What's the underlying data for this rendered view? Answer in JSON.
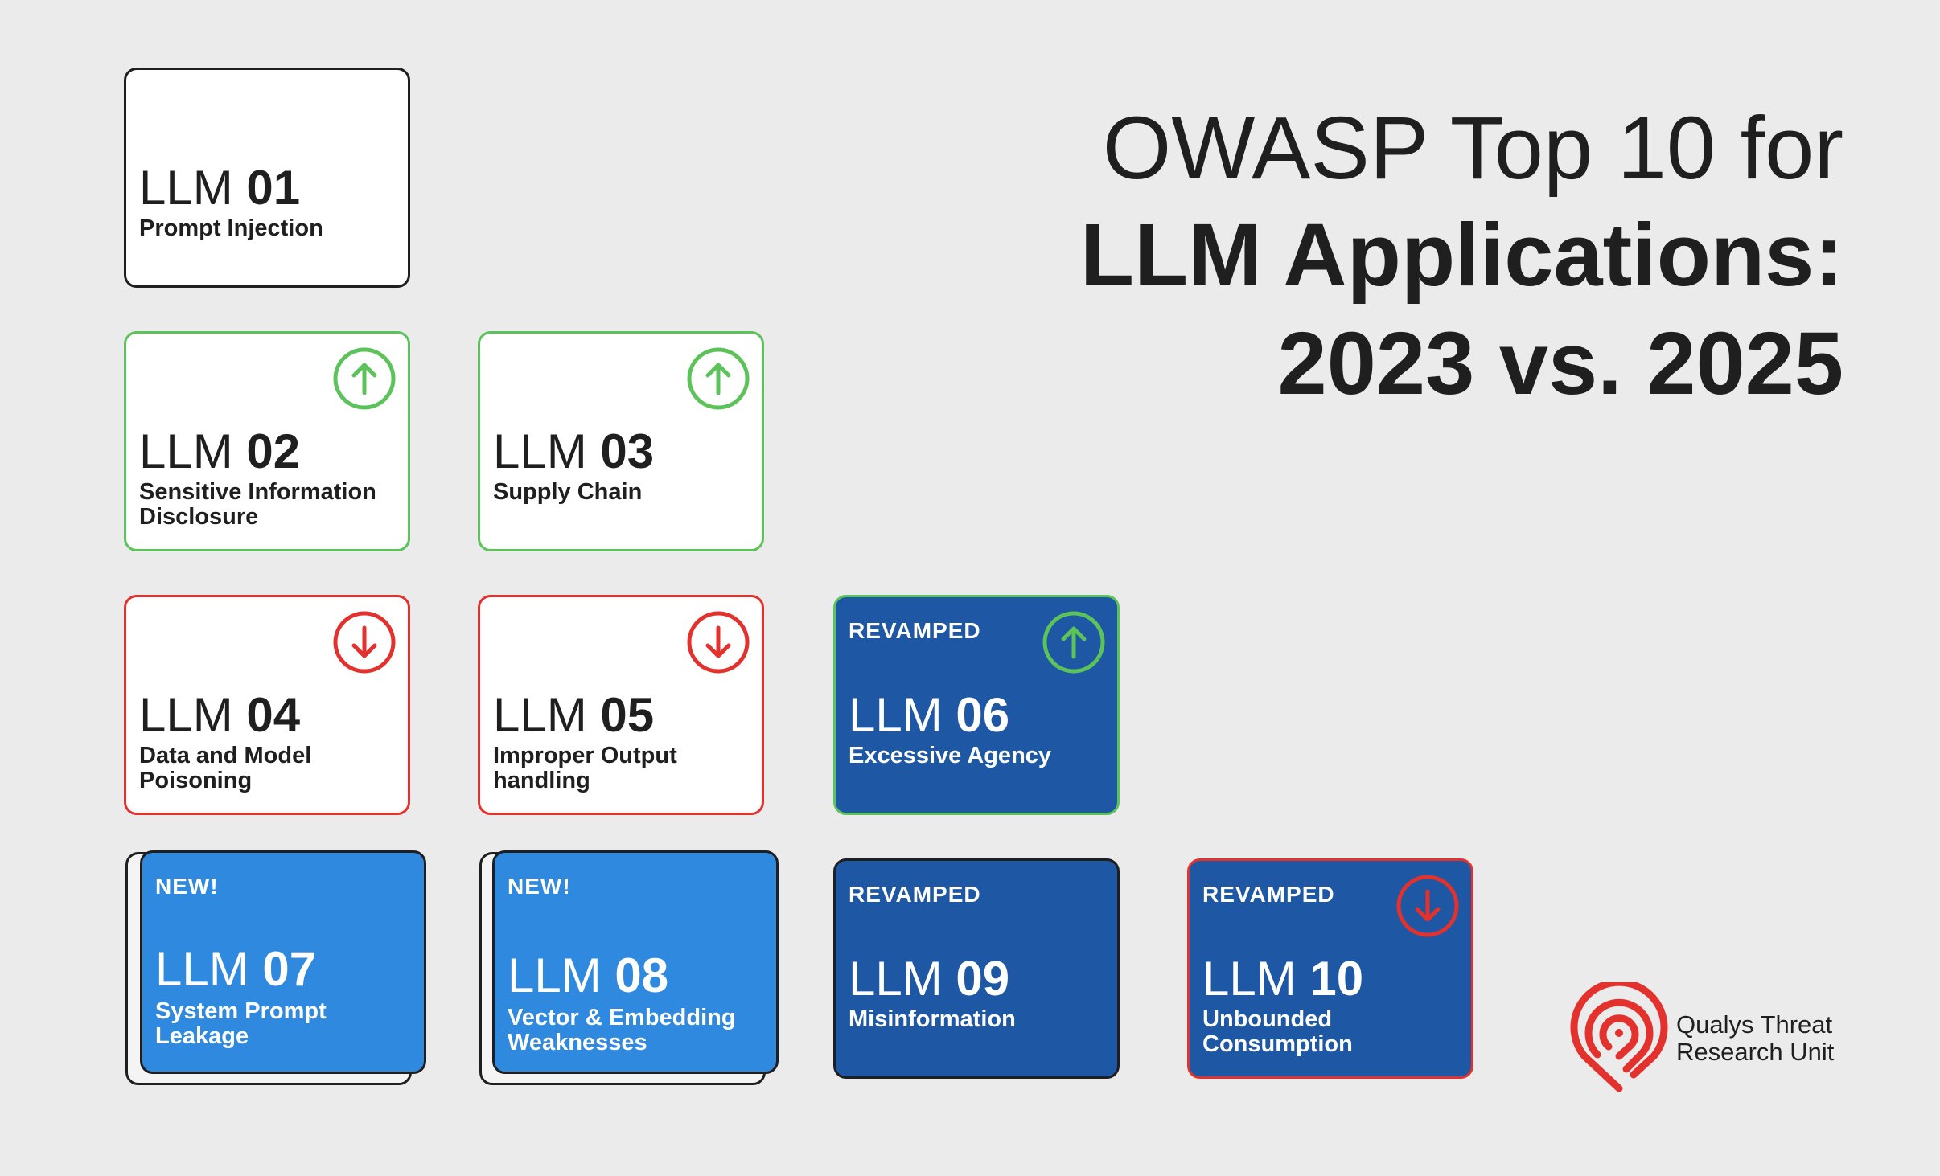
{
  "title": {
    "line1": "OWASP Top 10 for",
    "line2": "LLM Applications:",
    "line3": "2023 vs. 2025"
  },
  "cards": [
    {
      "prefix": "LLM",
      "num": "01",
      "name": "Prompt Injection"
    },
    {
      "prefix": "LLM",
      "num": "02",
      "name": "Sensitive Information Disclosure",
      "change": "up"
    },
    {
      "prefix": "LLM",
      "num": "03",
      "name": "Supply Chain",
      "change": "up"
    },
    {
      "prefix": "LLM",
      "num": "04",
      "name": "Data and Model Poisoning",
      "change": "down"
    },
    {
      "prefix": "LLM",
      "num": "05",
      "name": "Improper Output handling",
      "change": "down"
    },
    {
      "prefix": "LLM",
      "num": "06",
      "name": "Excessive Agency",
      "tag": "REVAMPED",
      "change": "up"
    },
    {
      "prefix": "LLM",
      "num": "07",
      "name": "System Prompt Leakage",
      "tag": "NEW!"
    },
    {
      "prefix": "LLM",
      "num": "08",
      "name": "Vector & Embedding Weaknesses",
      "tag": "NEW!"
    },
    {
      "prefix": "LLM",
      "num": "09",
      "name": "Misinformation",
      "tag": "REVAMPED"
    },
    {
      "prefix": "LLM",
      "num": "10",
      "name": "Unbounded Consumption",
      "tag": "REVAMPED",
      "change": "down"
    }
  ],
  "icons": {
    "up": "arrow-up-circle-icon",
    "down": "arrow-down-circle-icon",
    "logo": "qualys-maze-pin-icon"
  },
  "colors": {
    "background": "#ebebeb",
    "up": "#5cc25a",
    "down": "#e3312d",
    "revamped": "#1e58a5",
    "new": "#2e89df",
    "text": "#1f1f1f",
    "logo": "#e3312d"
  },
  "brand": {
    "line1": "Qualys Threat",
    "line2": "Research Unit"
  }
}
